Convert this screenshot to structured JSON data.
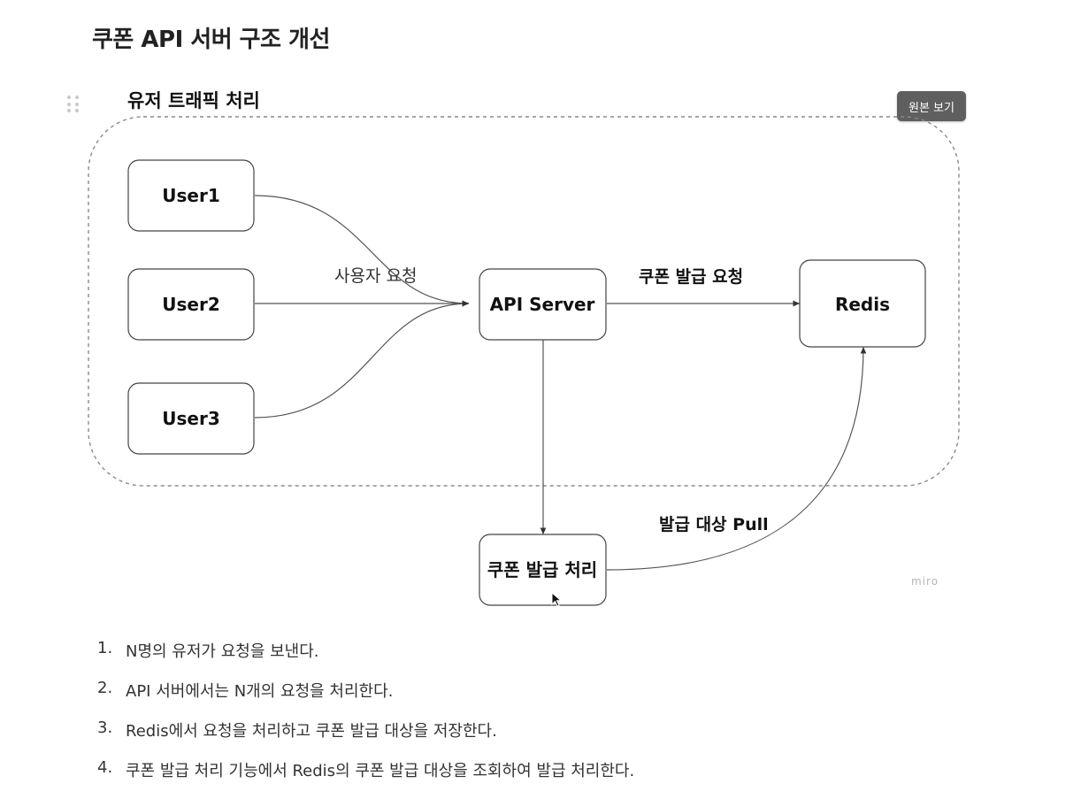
{
  "page": {
    "title": "쿠폰 API 서버 구조 개선"
  },
  "toolbar": {
    "view_original_label": "원본 보기"
  },
  "diagram": {
    "frame_title": "유저 트래픽 처리",
    "watermark": "miro",
    "nodes": {
      "user1": "User1",
      "user2": "User2",
      "user3": "User3",
      "api_server": "API Server",
      "redis": "Redis",
      "coupon_issue": "쿠폰 발급 처리"
    },
    "edges": {
      "user_request": "사용자 요청",
      "coupon_request": "쿠폰 발급 요청",
      "pull_targets": "발급 대상 Pull"
    }
  },
  "steps": [
    {
      "num": "1.",
      "text": "N명의 유저가 요청을 보낸다."
    },
    {
      "num": "2.",
      "text": "API 서버에서는 N개의 요청을 처리한다."
    },
    {
      "num": "3.",
      "text": "Redis에서 요청을 처리하고 쿠폰 발급 대상을 저장한다."
    },
    {
      "num": "4.",
      "text": "쿠폰 발급 처리 기능에서 Redis의 쿠폰 발급 대상을 조회하여 발급 처리한다."
    }
  ]
}
